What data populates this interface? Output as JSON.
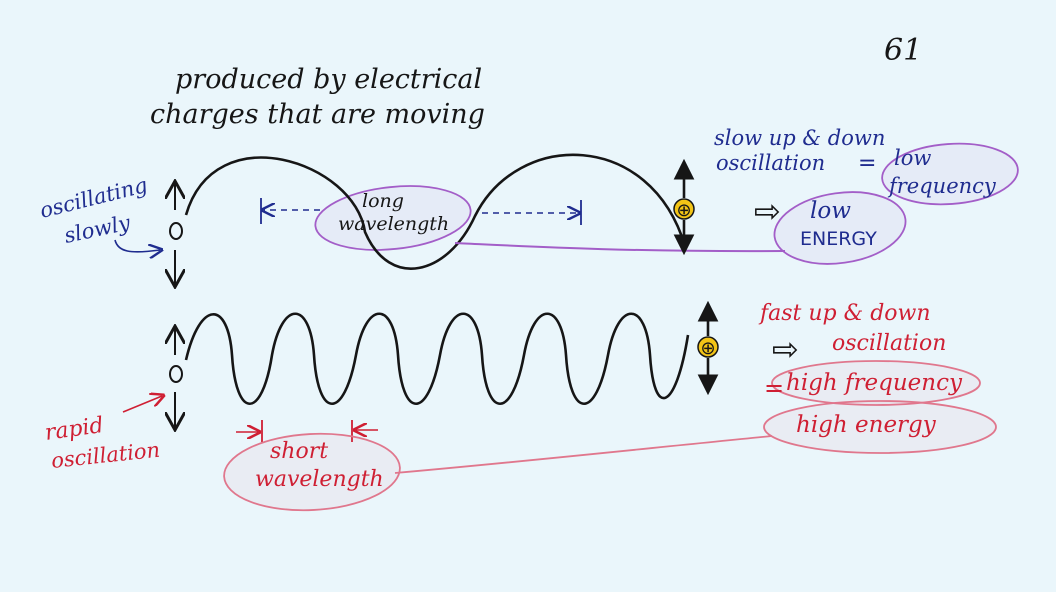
{
  "page_number": "61",
  "heading": {
    "line1": "produced by electrical",
    "line2": "charges that are moving"
  },
  "top_wave": {
    "left_label": {
      "line1": "oscillating",
      "line2": "slowly"
    },
    "wavelength_label": {
      "line1": "long",
      "line2": "wavelength"
    },
    "charge_symbol": "⊕",
    "right_note": {
      "line1": "slow up & down",
      "line2": "oscillation",
      "equals": "="
    },
    "frequency_label": {
      "line1": "low",
      "line2": "frequency"
    },
    "energy_label": {
      "line1": "low",
      "line2": "ENERGY"
    },
    "implies_arrow": "⇨"
  },
  "bottom_wave": {
    "left_label": {
      "line1": "rapid",
      "line2": "oscillation"
    },
    "wavelength_label": {
      "line1": "short",
      "line2": "wavelength"
    },
    "charge_symbol": "⊕",
    "right_note": {
      "line1": "fast up & down",
      "line2": "oscillation",
      "equals": "="
    },
    "frequency_label": "high frequency",
    "energy_label": "high energy",
    "implies_arrow": "⇨"
  },
  "colors": {
    "paper": "#eaf6fb",
    "ink_black": "#161616",
    "ink_blue": "#1f2c8f",
    "ink_red": "#cf1f33",
    "highlight_purple": "#a35ec8",
    "highlight_pink": "#e0778d",
    "charge_yellow": "#f2c416"
  }
}
